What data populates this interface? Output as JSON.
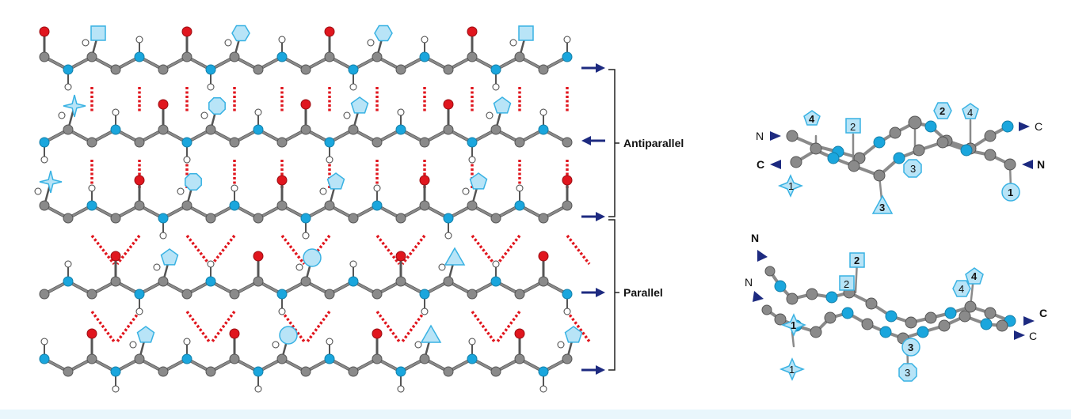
{
  "colors": {
    "bond": "#555555",
    "carbon": "#8a8a8a",
    "nitrogen": "#1aa6dd",
    "oxygen": "#e0161e",
    "hydrogen": "#ffffff",
    "hbond": "#e0161e",
    "sidechain_fill": "#b8e4f7",
    "sidechain_stroke": "#39b2e3",
    "arrow": "#1d2a80",
    "band": "#e9f6fc"
  },
  "sheet_labels": {
    "antiparallel": "Antiparallel",
    "parallel": "Parallel"
  },
  "strand_directions": [
    "right",
    "left",
    "right",
    "right",
    "right"
  ],
  "top_view": {
    "n_left": "N",
    "c_left": "C",
    "c_right": "C",
    "n_right": "N",
    "numbers": [
      "4",
      "2",
      "2",
      "4",
      "1",
      "3",
      "3",
      "1"
    ]
  },
  "bottom_view": {
    "n_top": "N",
    "n_mid": "N",
    "c_right_bold": "C",
    "c_right": "C",
    "numbers": [
      "2",
      "2",
      "4",
      "4",
      "1",
      "3",
      "3",
      "1"
    ]
  }
}
